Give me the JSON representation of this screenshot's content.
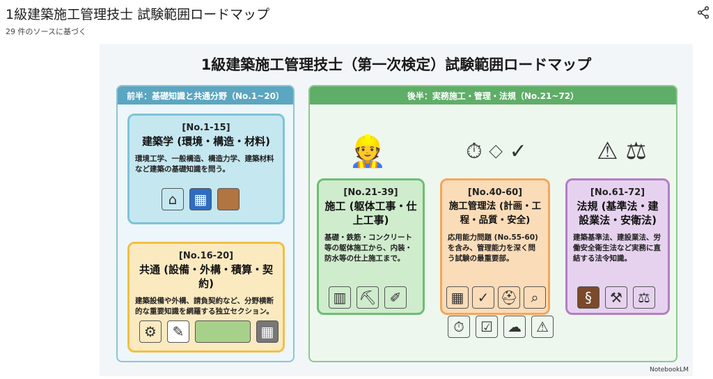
{
  "header": {
    "title": "1級建築施工管理技士 試験範囲ロードマップ",
    "sources": "29 件のソースに基づく"
  },
  "infographic": {
    "title": "1級建築施工管理技士（第一次検定）試験範囲ロードマップ",
    "left": {
      "header": "前半：基礎知識と共通分野（No.1~20）",
      "cards": [
        {
          "no": "[No.1-15]",
          "heading": "建築学 (環境・構造・材料)",
          "desc": "環境工学、一般構造、構造力学、建築材料など建築の基礎知識を問う。"
        },
        {
          "no": "[No.16-20]",
          "heading": "共通 (設備・外構・積算・契約)",
          "desc": "建築設備や外構、請負契約など、分野横断的な重要知識を網羅する独立セクション。"
        }
      ]
    },
    "right": {
      "header": "後半：実務施工・管理・法規（No.21~72）",
      "cards": [
        {
          "no": "[No.21-39]",
          "heading": "施工 (躯体工事・仕上工事)",
          "desc": "基礎・鉄筋・コンクリート等の躯体施工から、内装・防水等の仕上施工まで。"
        },
        {
          "no": "[No.40-60]",
          "heading": "施工管理法 (計画・工程・品質・安全)",
          "desc": "応用能力問題 (No.55-60)を含み、管理能力を深く問う試験の最重要部。"
        },
        {
          "no": "[No.61-72]",
          "heading": "法規 (基準法・建設業法・安衛法)",
          "desc": "建築基準法、建設業法、労働安全衛生法など実務に直結する法令知識。"
        }
      ]
    },
    "watermark": "NotebookLM"
  }
}
